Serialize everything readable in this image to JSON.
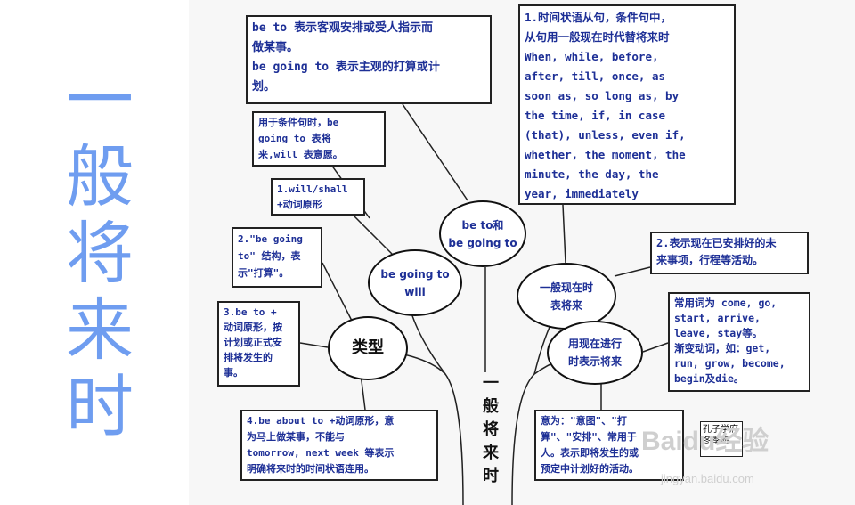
{
  "title_chars": [
    "一",
    "般",
    "将",
    "来",
    "时"
  ],
  "trunk_chars": [
    "一",
    "般",
    "将",
    "来",
    "时"
  ],
  "nodes": {
    "be_to": "be to和\nbe going to",
    "be_going_to": "be going to\nwill",
    "types": "类型",
    "present_future": "一般现在时\n表将来",
    "progressive": "用现在进行\n时表示将来"
  },
  "boxes": {
    "be_to_vs_going": [
      "be to 表示客观安排或受人指示而",
      "做某事。",
      "be going to 表示主观的打算或计",
      "划。"
    ],
    "conditional": [
      "用于条件句时，be",
      "going to  表将",
      "来,will  表意愿。"
    ],
    "type1": [
      "1.will/shall",
      "+动词原形"
    ],
    "type2": [
      "2.\"be going",
      "to\" 结构，表",
      "示\"打算\"。"
    ],
    "type3": [
      "3.be to +",
      "动词原形，按",
      "计划或正式安",
      "排将发生的",
      "事。"
    ],
    "type4": [
      "4.be about to +动词原形，意",
      "为马上做某事，不能与",
      "tomorrow, next week 等表示",
      "明确将来时的时间状语连用。"
    ],
    "adverbial_clause": [
      "1.时间状语从句，条件句中，",
      "从句用一般现在时代替将来时",
      "When, while, before,",
      "after, till, once, as",
      "soon as, so long as, by",
      "the time, if, in case",
      "(that), unless, even if,",
      "whether, the moment, the",
      "minute, the day, the",
      "year, immediately"
    ],
    "scheduled": [
      "2.表示现在已安排好的未",
      "来事项，行程等活动。"
    ],
    "verbs": [
      "常用词为 come, go,",
      "start, arrive,",
      "leave, stay等。",
      "渐变动词，如：get,",
      "run, grow, become,",
      "begin及die。"
    ],
    "intention": [
      "意为：\"意图\"、\"打",
      "算\"、\"安排\"、常用于",
      "人。表示即将发生的或",
      "预定中计划好的活动。"
    ]
  },
  "stamp_lines": [
    "孔子学府",
    "冬季班"
  ],
  "watermark": {
    "main": "Baidu经验",
    "url": "jingyan.baidu.com"
  }
}
